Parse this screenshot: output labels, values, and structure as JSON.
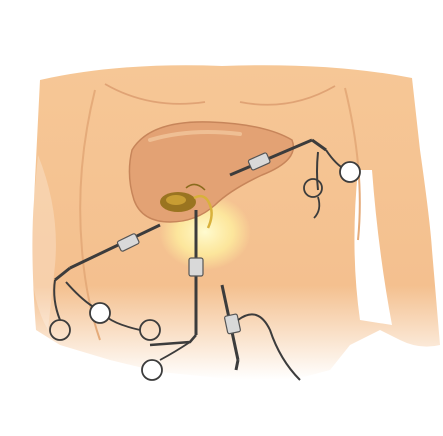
{
  "diagram": {
    "subject": "laparoscopic-cholecystectomy-port-placement",
    "colors": {
      "skin": "#f4c08f",
      "skin_shadow": "#e7a978",
      "skin_line": "#c98c5e",
      "liver": "#e2a072",
      "liver_edge": "#b9754d",
      "gallbladder": "#b0862a",
      "gallbladder_highlight": "#d8b13b",
      "glow": "#fff6a3",
      "instrument": "#3c3c3c",
      "instrument_band": "#d9d9d9",
      "background": "#ffffff"
    },
    "icons": [
      "torso",
      "liver",
      "gallbladder",
      "light-glow",
      "grasper-instrument",
      "trocar-port",
      "camera-scope",
      "cable"
    ]
  }
}
